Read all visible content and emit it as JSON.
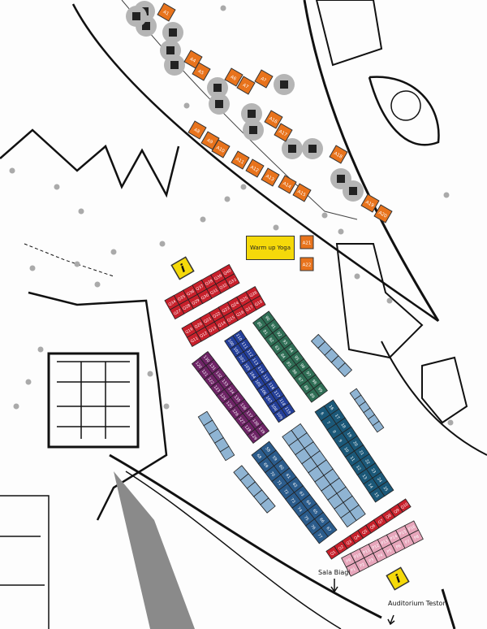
{
  "colors": {
    "orange": "#e8731c",
    "red": "#c8202b",
    "pink": "#e7a6bb",
    "purple": "#6e2466",
    "blue": "#243f9a",
    "green": "#2f6e55",
    "teal": "#1b5878",
    "darkblue": "#2b5c8c",
    "lightblue": "#8fb4d3",
    "info": "#f5d90a",
    "yoga": "#f5d90a"
  },
  "labels": {
    "warm_up_yoga": "Warm up Yoga",
    "sala_biagi": "Sala Biagi",
    "auditorium_testori": "Auditorium Testori",
    "info_icon": "i"
  },
  "orange_stands": [
    "A1",
    "A4",
    "A5",
    "A6",
    "A7",
    "A?",
    "A16",
    "A17",
    "A8",
    "A9",
    "A10",
    "A11",
    "A12",
    "A13",
    "A14",
    "A15",
    "A18",
    "A19",
    "A20",
    "A21",
    "A22"
  ],
  "blocks": {
    "red_top_1": {
      "color": "red",
      "labels": [
        "Q27",
        "Q28",
        "Q29",
        "Q30",
        "Q31",
        "Q32",
        "Q33",
        "Q34",
        "Q35",
        "Q36",
        "Q37",
        "Q38",
        "Q39",
        "Q40"
      ]
    },
    "red_top_2": {
      "color": "red",
      "labels": [
        "Q11",
        "Q12",
        "Q13",
        "Q14",
        "Q15",
        "Q16",
        "Q17",
        "Q18",
        "Q19",
        "Q20",
        "Q21",
        "Q22",
        "Q23",
        "Q24",
        "Q25",
        "Q26"
      ]
    },
    "purple": {
      "color": "purple",
      "labels": [
        "130",
        "120",
        "131",
        "121",
        "132",
        "122",
        "133",
        "123",
        "134",
        "124",
        "135",
        "125",
        "136",
        "126",
        "137",
        "127",
        "138",
        "128",
        "139",
        "129"
      ]
    },
    "blue": {
      "color": "blue",
      "labels": [
        "110",
        "100",
        "111",
        "101",
        "112",
        "102",
        "113",
        "103",
        "114",
        "104",
        "115",
        "105",
        "116",
        "106",
        "117",
        "107",
        "118",
        "108",
        "119",
        "109"
      ]
    },
    "green": {
      "color": "green",
      "labels": [
        "90",
        "80",
        "91",
        "81",
        "92",
        "82",
        "93",
        "83",
        "94",
        "84",
        "95",
        "85",
        "96",
        "86",
        "97",
        "87",
        "98",
        "88",
        "99",
        "89"
      ]
    },
    "light_small_1": {
      "color": "lightblue",
      "labels": [
        "",
        "",
        "",
        "",
        ""
      ]
    },
    "light_small_2": {
      "color": "lightblue",
      "labels": [
        "",
        "",
        "",
        "",
        "",
        ""
      ]
    },
    "teal": {
      "color": "teal",
      "labels": [
        "16",
        "6",
        "17",
        "7",
        "18",
        "8",
        "19",
        "9",
        "20",
        "10",
        "21",
        "11",
        "22",
        "12",
        "23",
        "13",
        "24",
        "14",
        "25",
        "15"
      ]
    },
    "light_big": {
      "color": "lightblue",
      "labels": [
        "",
        "",
        "",
        "",
        "",
        "",
        "",
        "",
        "",
        "",
        "",
        "",
        "",
        "",
        "",
        "",
        "",
        "",
        "",
        ""
      ]
    },
    "darkblue": {
      "color": "darkblue",
      "labels": [
        "58",
        "68",
        "59",
        "69",
        "60",
        "70",
        "61",
        "71",
        "62",
        "72",
        "63",
        "73",
        "64",
        "74",
        "65",
        "75",
        "66",
        "76",
        "67",
        "77"
      ]
    },
    "light_small_3": {
      "color": "lightblue",
      "labels": [
        "",
        "",
        "",
        "",
        ""
      ]
    },
    "light_small_4": {
      "color": "lightblue",
      "labels": [
        "",
        "",
        "",
        "",
        ""
      ]
    },
    "red_row": {
      "color": "red",
      "labels": [
        "Q1",
        "Q2",
        "Q3",
        "Q4",
        "Q5",
        "Q6",
        "Q7",
        "Q8",
        "Q9",
        "Q10"
      ]
    },
    "pink": {
      "color": "pink",
      "labels": [
        "P1",
        "P2",
        "P3",
        "P4",
        "P5",
        "P6",
        "P7",
        "P8",
        "P9",
        "P10",
        "P11",
        "P12",
        "P13",
        "P14",
        "P15",
        "P16"
      ]
    }
  }
}
